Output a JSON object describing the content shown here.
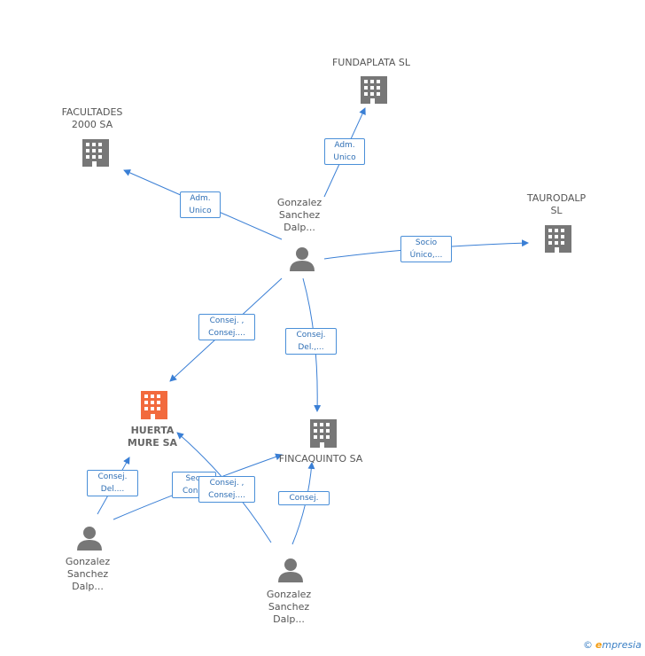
{
  "colors": {
    "edge": "#3a7fd5",
    "company": "#777777",
    "focus": "#f26a3d",
    "person": "#777777"
  },
  "nodes": {
    "fundaplata": {
      "label": "FUNDAPLATA SL",
      "icon": "building-icon"
    },
    "facultades": {
      "label": "FACULTADES\n2000 SA",
      "icon": "building-icon"
    },
    "taurodalp": {
      "label": "TAURODALP\nSL",
      "icon": "building-icon"
    },
    "huerta": {
      "label": "HUERTA\nMURE SA",
      "icon": "building-icon"
    },
    "fincaquinto": {
      "label": "FINCAQUINTO SA",
      "icon": "building-icon"
    },
    "person_top": {
      "label": "Gonzalez\nSanchez\nDalp...",
      "icon": "person-icon"
    },
    "person_left": {
      "label": "Gonzalez\nSanchez\nDalp...",
      "icon": "person-icon"
    },
    "person_bottom": {
      "label": "Gonzalez\nSanchez\nDalp...",
      "icon": "person-icon"
    }
  },
  "edges": {
    "adm_fundaplata": "Adm.\nUnico",
    "adm_facultades": "Adm.\nUnico",
    "socio_taurodalp": "Socio\nÚnico,...",
    "consej_huerta": "Consej. ,\nConsej....",
    "consej_fincaquinto": "Consej.\nDel.,...",
    "consej_del_left": "Consej.\nDel....",
    "sec_left": "Sec.\nCon...",
    "consej_consej_bottom": "Consej. ,\nConsej....",
    "consej_bottom": "Consej."
  },
  "footer": {
    "copyright": "©",
    "brand_e": "e",
    "brand_rest": "mpresia"
  }
}
